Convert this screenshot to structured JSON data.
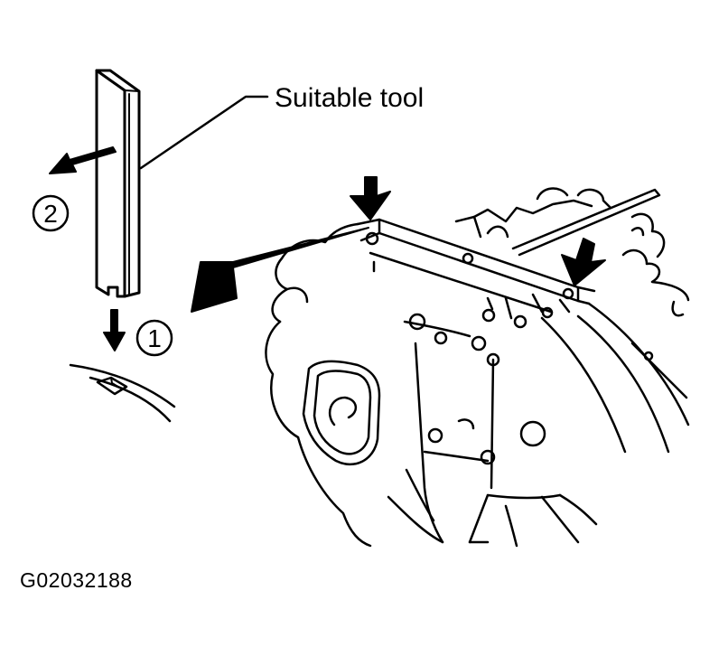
{
  "diagram": {
    "callout_tool": "Suitable tool",
    "step_1": "1",
    "step_2": "2",
    "figure_id": "G02032188"
  },
  "icons": {
    "tool": "tool-blade-icon",
    "pull_arrow": "arrow-left-icon",
    "push_arrow": "arrow-down-icon",
    "pointer_arrows": "arrow-down-right-icon"
  },
  "colors": {
    "ink": "#000000",
    "paper": "#ffffff"
  }
}
